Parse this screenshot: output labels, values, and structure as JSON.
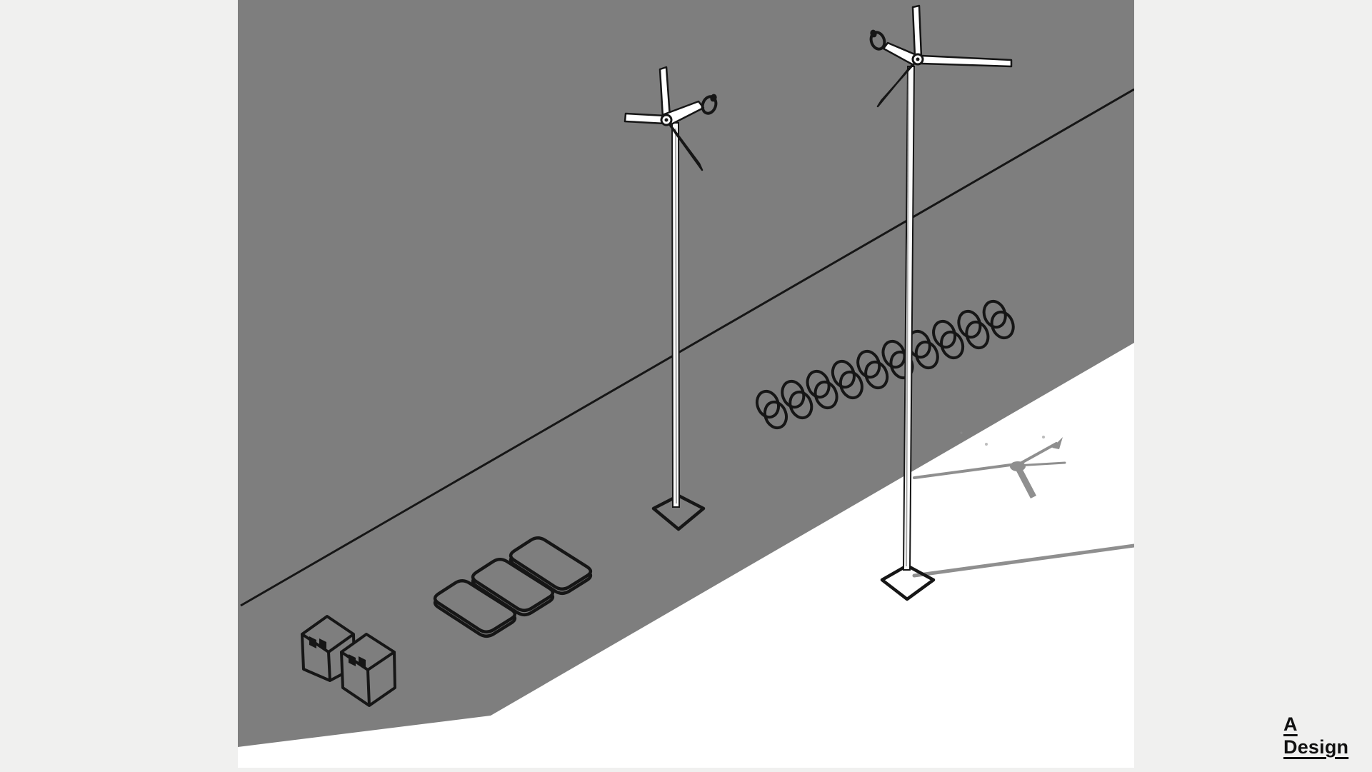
{
  "colors": {
    "bg": "#f0f0ef",
    "canvas": "#ffffff",
    "terrain": "#7e7e7e",
    "ink": "#161616",
    "pole": "#fbfbfb",
    "shadow": "#8f8f8f",
    "brand": "#111111"
  },
  "brand": {
    "line1": "A",
    "line2": "Design"
  },
  "illustration": {
    "objects": [
      "terrain-slab",
      "boundary-line",
      "wind-turbine-left",
      "wind-turbine-right",
      "solar-panel-array",
      "battery-unit-1",
      "battery-unit-2",
      "ring-rack-row",
      "turbine-shadow"
    ]
  }
}
